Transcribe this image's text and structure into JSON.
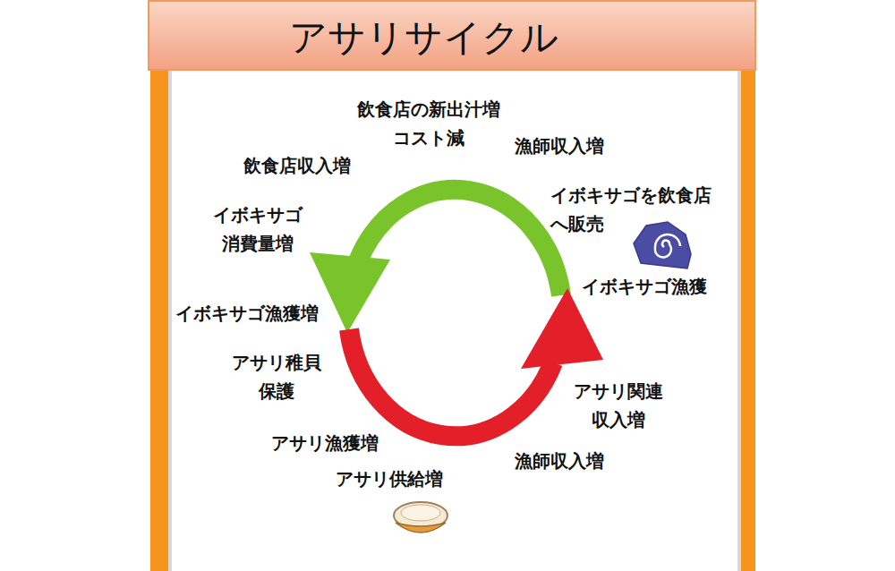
{
  "diagram": {
    "title": "アサリサイクル",
    "labels": [
      "飲食店の新出汁増 コスト減",
      "漁師収入増",
      "飲食店収入増",
      "イボキサゴを飲食店 へ販売",
      "イボキサゴ 消費量増",
      "イボキサゴ漁獲",
      "イボキサゴ漁獲増",
      "アサリ稚貝 保護",
      "アサリ関連 収入増",
      "アサリ漁獲増",
      "漁師収入増",
      "アサリ供給増"
    ]
  }
}
